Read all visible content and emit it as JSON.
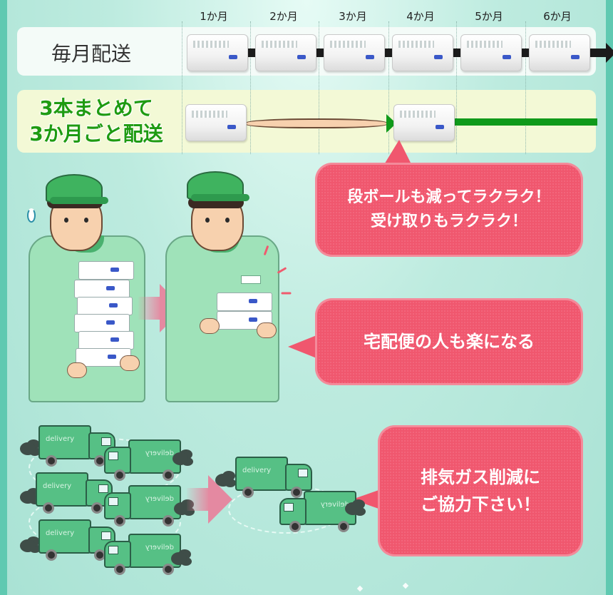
{
  "months": [
    "1か月",
    "2か月",
    "3か月",
    "4か月",
    "5か月",
    "6か月"
  ],
  "rows": {
    "monthly": {
      "label": "毎月配送"
    },
    "bundle": {
      "label_line1": "3本まとめて",
      "label_line2": "3か月ごと配送"
    }
  },
  "bubbles": {
    "cardboard": {
      "line1": "段ボールも減ってラクラク！",
      "line2": "受け取りもラクラク！"
    },
    "courier": {
      "text": "宅配便の人も楽になる"
    },
    "exhaust": {
      "line1": "排気ガス削減に",
      "line2": "ご協力下さい！"
    }
  },
  "colors": {
    "accent_pink": "#f0576e",
    "bundle_green": "#1f9b12",
    "frame_teal": "#5fc9b1"
  },
  "icons": [
    "box-icon",
    "arrow-icon",
    "truck-icon",
    "smoke-icon"
  ]
}
